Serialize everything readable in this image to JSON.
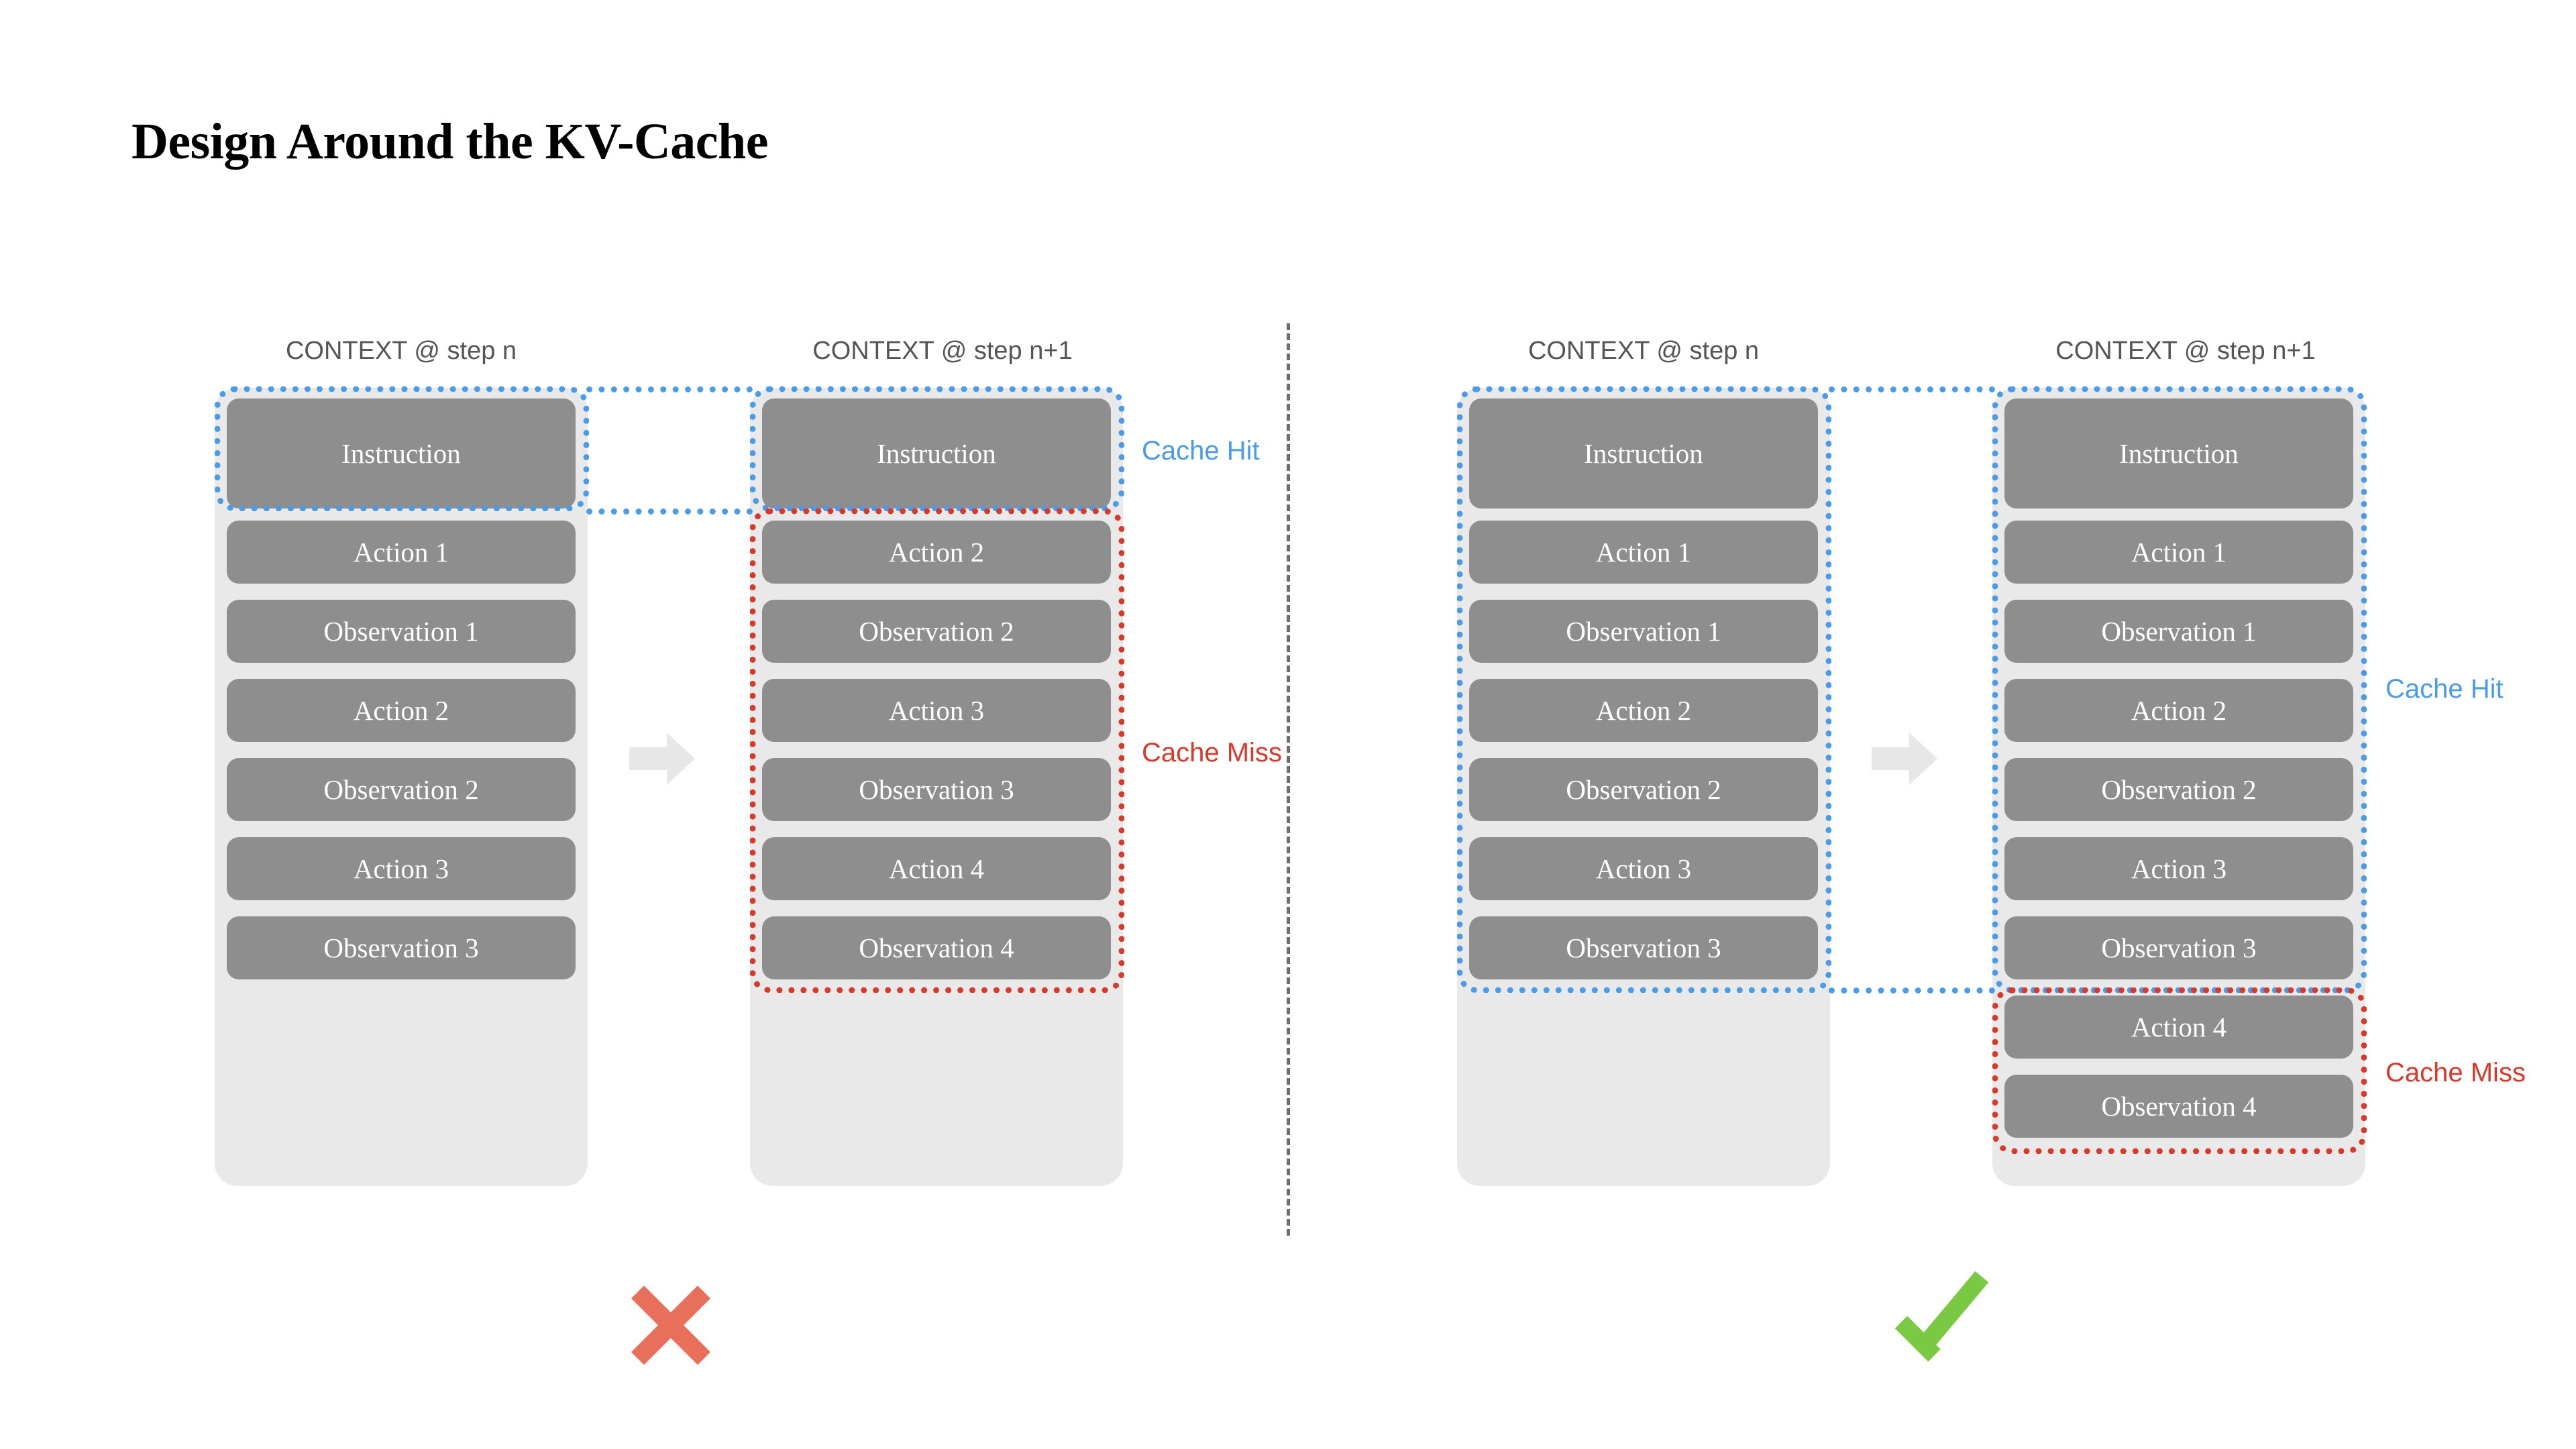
{
  "title": "Design Around the KV-Cache",
  "colors": {
    "cache_hit": "#4a9be8",
    "cache_miss": "#d8392b",
    "chunk_fill": "#8e8e8e",
    "panel_fill": "#e9e9e9",
    "cross": "#e8705a",
    "check": "#7ac943",
    "header_text": "#555555"
  },
  "labels": {
    "cache_hit": "Cache Hit",
    "cache_miss": "Cache Miss",
    "step_n": "CONTEXT @ step n",
    "step_n1": "CONTEXT @ step n+1",
    "arrow_icon": "right-arrow-icon",
    "cross_icon": "cross-mark-icon",
    "check_icon": "check-mark-icon"
  },
  "scenarios": [
    {
      "id": "bad",
      "verdict": "cross",
      "columns": [
        {
          "header": "CONTEXT @ step n",
          "chunks": [
            "Instruction",
            "Action 1",
            "Observation 1",
            "Action 2",
            "Observation 2",
            "Action 3",
            "Observation 3"
          ]
        },
        {
          "header": "CONTEXT @ step n+1",
          "chunks": [
            "Instruction",
            "Action 2",
            "Observation 2",
            "Action 3",
            "Observation 3",
            "Action 4",
            "Observation 4"
          ]
        }
      ],
      "cache_hit_label": "Cache Hit",
      "cache_miss_label": "Cache Miss"
    },
    {
      "id": "good",
      "verdict": "check",
      "columns": [
        {
          "header": "CONTEXT @ step n",
          "chunks": [
            "Instruction",
            "Action 1",
            "Observation 1",
            "Action 2",
            "Observation 2",
            "Action 3",
            "Observation 3"
          ]
        },
        {
          "header": "CONTEXT @ step n+1",
          "chunks": [
            "Instruction",
            "Action 1",
            "Observation 1",
            "Action 2",
            "Observation 2",
            "Action 3",
            "Observation 3",
            "Action 4",
            "Observation 4"
          ]
        }
      ],
      "cache_hit_label": "Cache Hit",
      "cache_miss_label": "Cache Miss"
    }
  ]
}
